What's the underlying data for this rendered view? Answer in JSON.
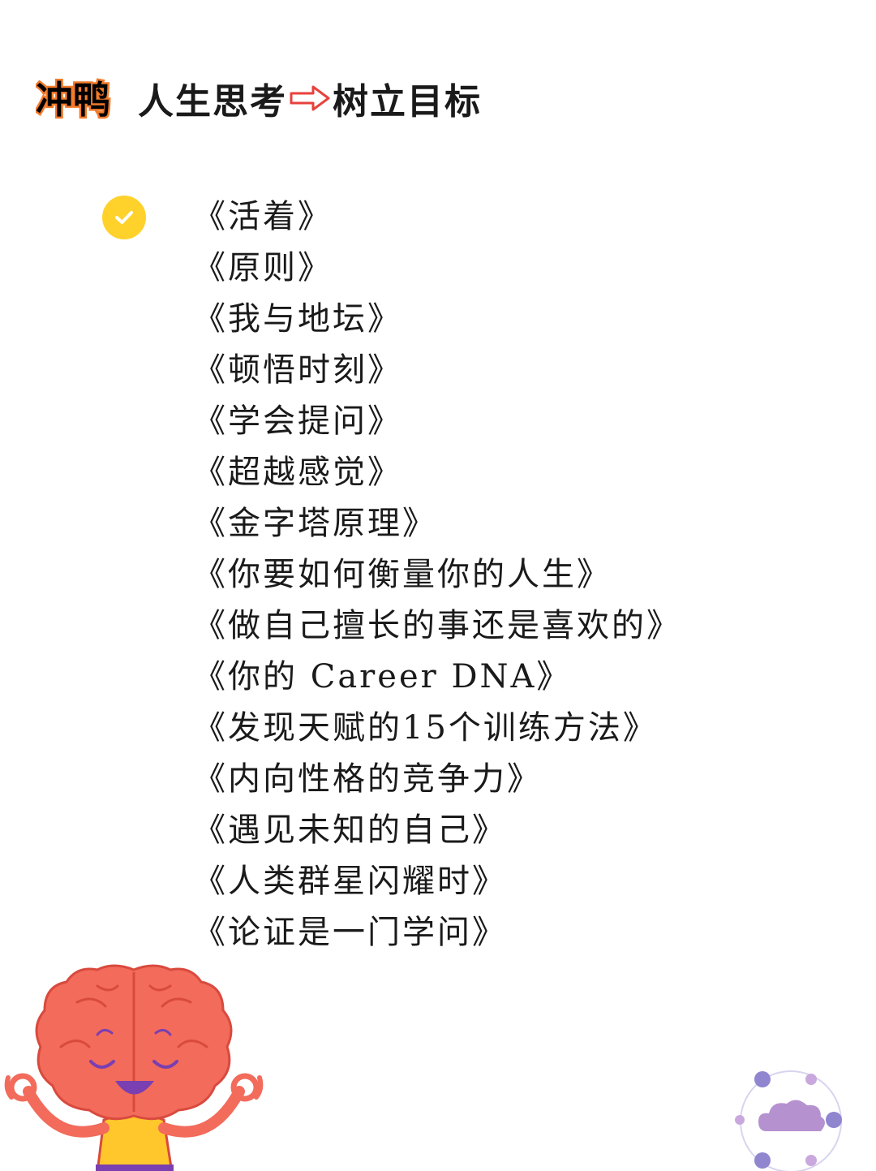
{
  "header": {
    "logo_text": "冲鸭",
    "title_left": "人生思考",
    "title_right": "树立目标",
    "arrow_icon": "hollow-right-arrow-icon"
  },
  "check_icon": "checkmark-circle-icon",
  "books": [
    "《活着》",
    "《原则》",
    "《我与地坛》",
    "《顿悟时刻》",
    "《学会提问》",
    "《超越感觉》",
    "《金字塔原理》",
    "《你要如何衡量你的人生》",
    "《做自己擅长的事还是喜欢的》",
    "《你的 Career DNA》",
    "《发现天赋的15个训练方法》",
    "《内向性格的竞争力》",
    "《遇见未知的自己》",
    "《人类群星闪耀时》",
    "《论证是一门学问》"
  ],
  "colors": {
    "accent_yellow": "#ffd12b",
    "arrow_red": "#e8413c",
    "brain_red": "#f26b5b",
    "brain_outline": "#d94a3e",
    "orbit_purple": "#8f86cf",
    "cloud_purple": "#b592cf"
  }
}
